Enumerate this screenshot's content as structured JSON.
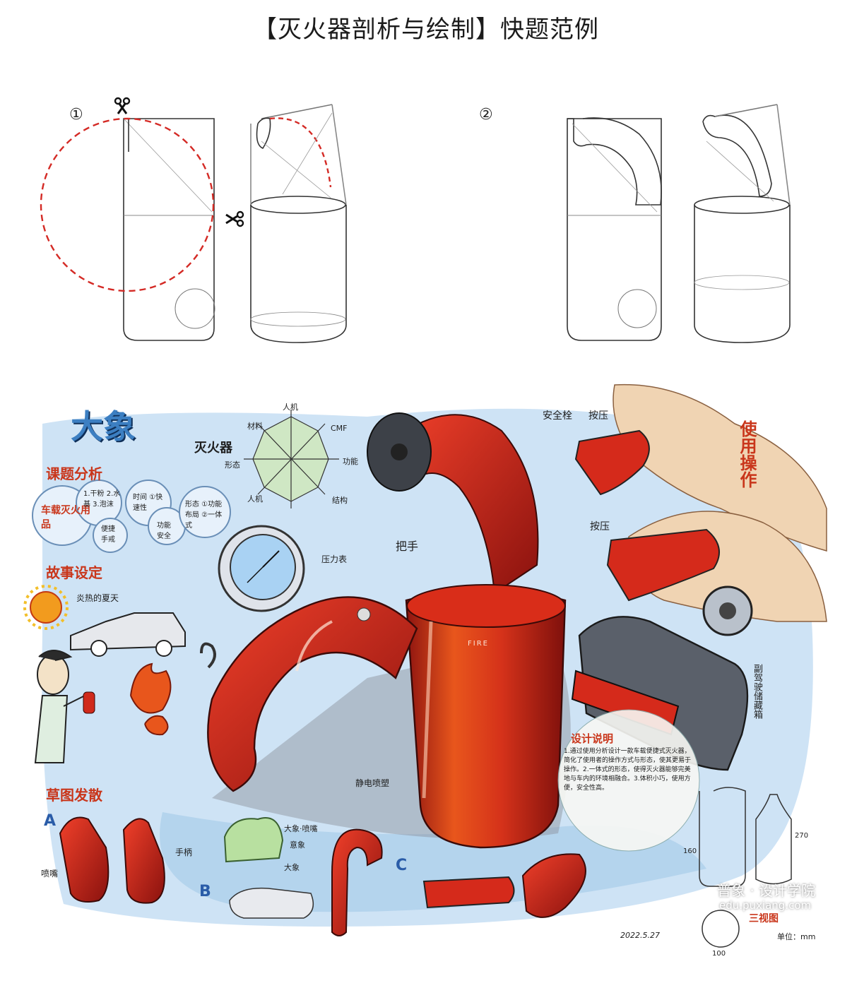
{
  "title": "【灭火器剖析与绘制】快题范例",
  "steps": {
    "step1": "①",
    "step2": "②"
  },
  "icons": {
    "scissors": "scissors-icon"
  },
  "sketch": {
    "brand": "大象",
    "brand_sub": "灭火器",
    "sections": {
      "analysis": "课题分析",
      "story": "故事设定",
      "divergence": "草图发散",
      "design_notes": "设计说明",
      "usage": "使用操作"
    },
    "analysis_bubbles": {
      "main": "车载灭火用品",
      "b1": "1.干粉 2.水基 3.泡沫",
      "b2": "便捷 手戒",
      "b3": "时间 ①快速性",
      "b4": "功能 安全",
      "b5": "形态 ①功能布局 ②一体式"
    },
    "radar_labels": [
      "人机",
      "CMF",
      "结构",
      "材料",
      "功能",
      "形态",
      "人机"
    ],
    "story_text": "炎热的夏天",
    "callouts": {
      "safety_pin": "安全栓",
      "press": "按压",
      "press2": "按压",
      "handle": "把手",
      "gauge": "压力表",
      "nozzle": "静电喷塑",
      "spray": "喷嘴",
      "handle2": "手柄",
      "elephant": "大象·喷嘴",
      "elephant2": "意象",
      "elephant3": "大象",
      "storage": "副驾驶储藏箱",
      "dims_h": "160",
      "dims_h2": "270",
      "dims_w": "100",
      "unit": "单位：mm",
      "three_view": "三视图",
      "signature": "2022.5.27",
      "product_mark": "FIRE"
    },
    "design_text": "1.通过使用分析设计一款车载便捷式灭火器，简化了使用者的操作方式与形态，使其更易于操作。2.一体式的形态，使得灭火器能够完美地与车内的环境相融合。3.体积小巧，使用方便，安全性高。",
    "variants": [
      "A",
      "B",
      "C"
    ]
  },
  "watermark": {
    "name": "普象 · 设计学院",
    "url": "edu.puxiang.com"
  },
  "colors": {
    "red_dash": "#d42a25",
    "body_red": "#c8261b",
    "orange": "#e8561c",
    "blue_bg": "#b9d6ef"
  }
}
